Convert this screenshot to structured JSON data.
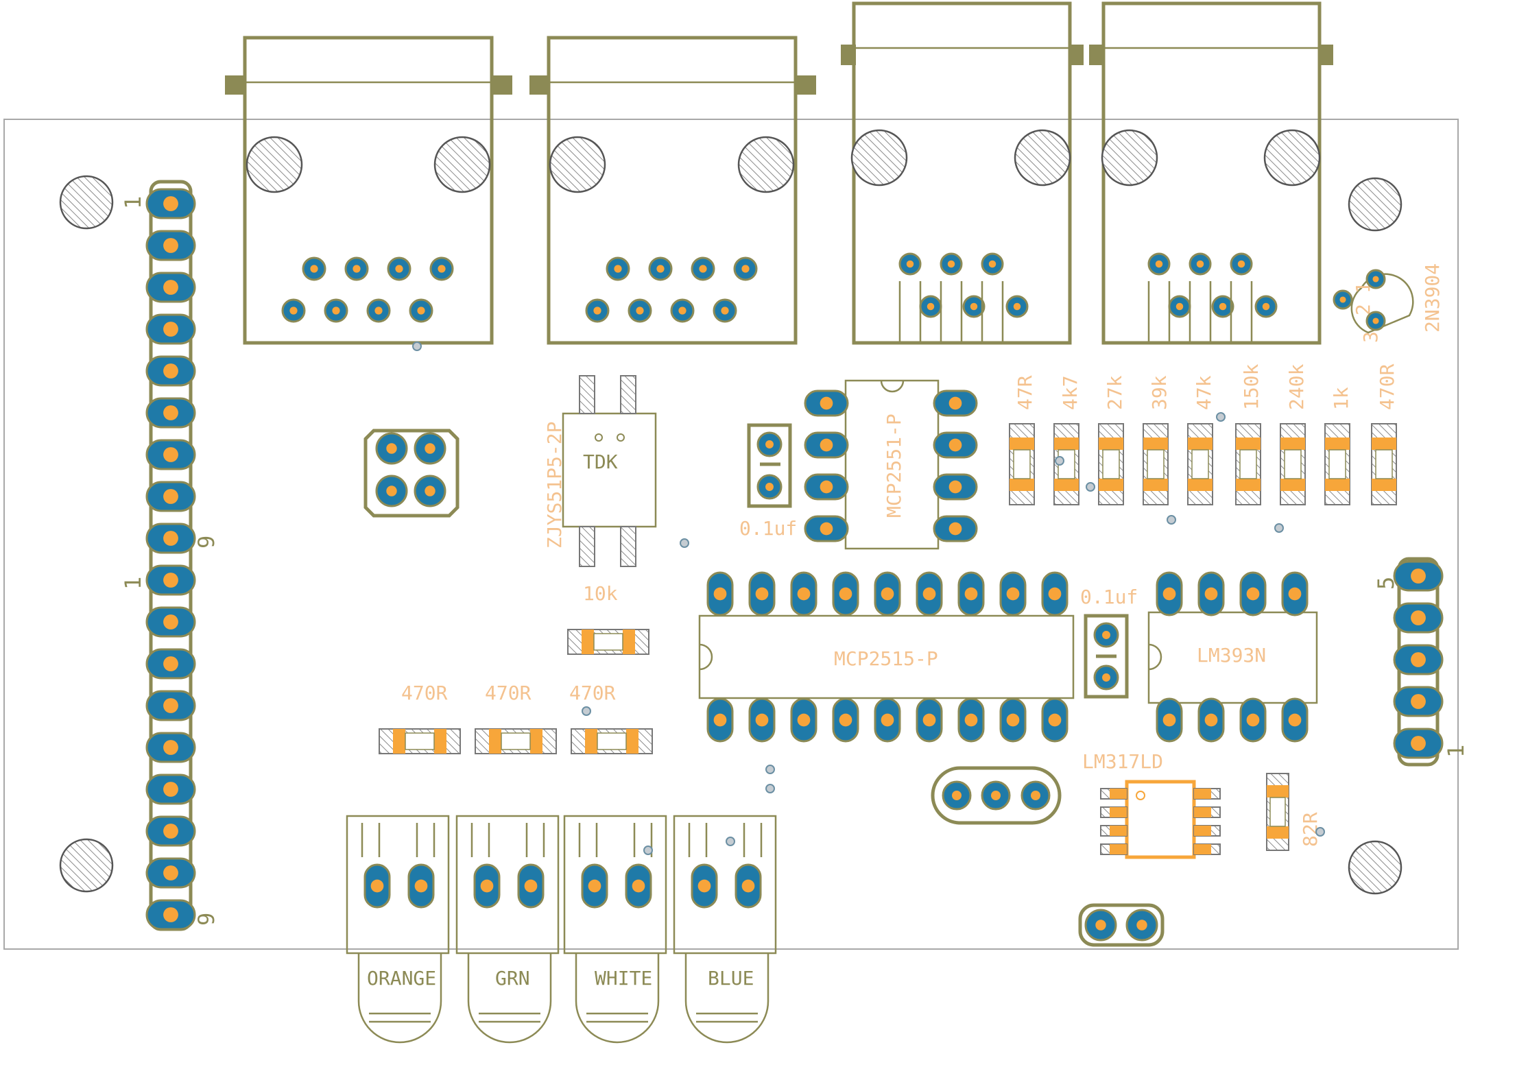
{
  "board": {
    "headers": {
      "left_top_pin1": "1",
      "left_top_pin9": "9",
      "left_bottom_pin1": "1",
      "left_bottom_pin9": "9",
      "right_pin5": "5",
      "right_pin1": "1"
    },
    "components": {
      "transistor": "2N3904",
      "transistor_pins": [
        "1",
        "2",
        "3"
      ],
      "resistor_row": [
        "47R",
        "4k7",
        "27k",
        "39k",
        "47k",
        "150k",
        "240k",
        "1k",
        "470R"
      ],
      "filter": "ZJYS51P5-2P",
      "filter_logo": "TDK",
      "cap1": "0.1uf",
      "cap2": "0.1uf",
      "ic_can_transceiver": "MCP2551-P",
      "ic_can_controller": "MCP2515-P",
      "ic_comparator": "LM393N",
      "regulator": "LM317LD",
      "res_10k": "10k",
      "res_82r": "82R",
      "led_resistors": [
        "470R",
        "470R",
        "470R"
      ]
    },
    "leds": [
      "ORANGE",
      "GRN",
      "WHITE",
      "BLUE"
    ]
  },
  "colors": {
    "silkscreen": "#8c8a55",
    "pad": "#1f7aa8",
    "drill": "#f7a43a",
    "smd_pad": "#f7a63a",
    "label": "#f4c28f"
  }
}
